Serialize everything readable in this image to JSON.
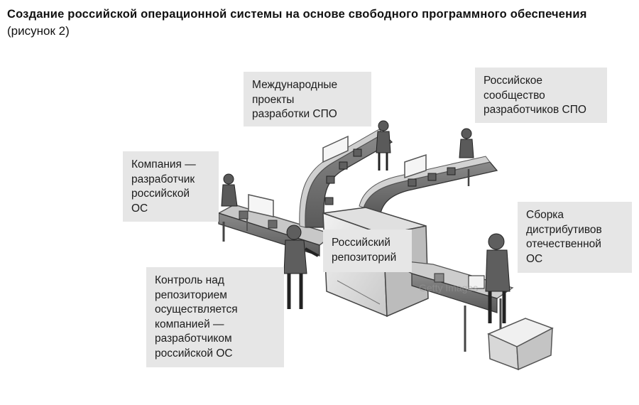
{
  "title": {
    "bold": "Создание российской операционной системы на основе свободного программного обеспечения",
    "normal": " (рисунок 2)"
  },
  "callouts": {
    "intl_projects": "Международные\nпроекты\nразработки СПО",
    "community": "Российское\nсообщество\nразработчиков СПО",
    "company": "Компания —\nразработчик\nроссийской\nОС",
    "repository": "Российский\nрепозиторий",
    "assembly": "Сборка\nдистрибутивов\nотечественной\nОС",
    "control": "Контроль над\nрепозиторием\nосуществляется\nкомпанией —\nразработчиком\nроссийской ОС"
  },
  "watermark": "Getty Images",
  "colors": {
    "callout_bg": "#e6e6e6",
    "belt_dark": "#4a4a4a",
    "belt_light": "#bdbdbd",
    "box_fill": "#6a6a6a"
  }
}
